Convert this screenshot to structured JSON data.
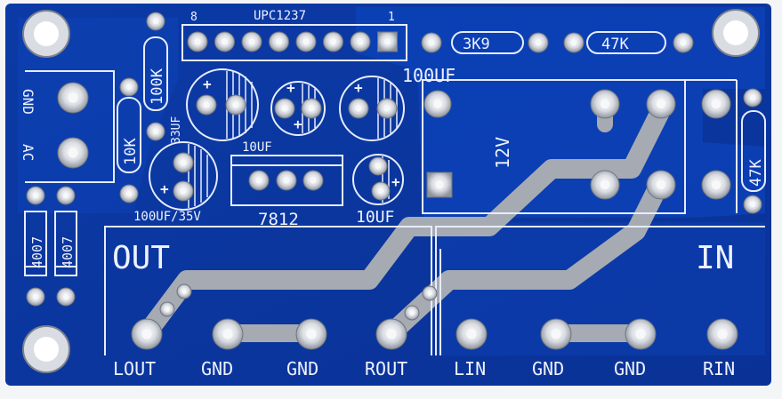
{
  "board": {
    "chip_label": "UPC1237",
    "pin_first": "8",
    "pin_last": "1",
    "r_3k9": "3K9",
    "r_47k_top": "47K",
    "cap_100uf": "100UF",
    "r_100k": "100K",
    "r_10k": "10K",
    "cap_33uf": "33UF",
    "cap_10uf_left": "10UF",
    "cap_100uf_35v": "100UF/35V",
    "reg_7812": "7812",
    "cap_10uf_right": "10UF",
    "relay_12v": "12V",
    "r_47k_right": "47K",
    "gnd_left": "GND",
    "ac_left": "AC",
    "diode_a": "4007",
    "diode_b": "4007",
    "out_label": "OUT",
    "in_label": "IN",
    "terminals": [
      "LOUT",
      "GND",
      "GND",
      "ROUT",
      "LIN",
      "GND",
      "GND",
      "RIN"
    ]
  },
  "colors": {
    "pcb_blue": "#0d3fb0",
    "silkscreen": "#eef2ff",
    "trace": "#a9acb3"
  }
}
